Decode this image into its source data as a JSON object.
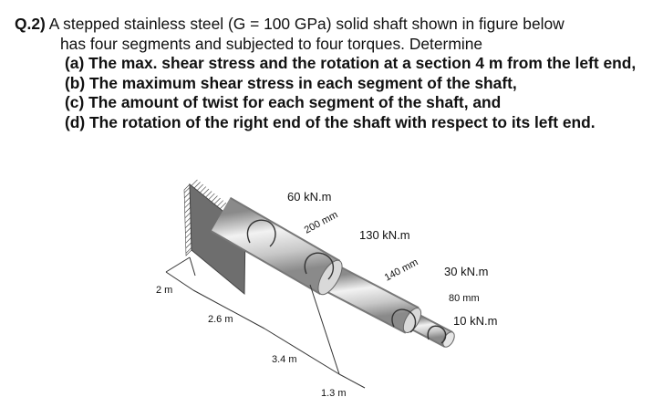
{
  "question": {
    "number": "Q.2)",
    "intro_line1": "A stepped stainless steel (G = 100 GPa) solid shaft shown in figure below",
    "intro_line2": "has four segments and subjected to four torques. Determine",
    "parts": [
      "(a) The max. shear stress and the rotation at a section 4 m from the left end,",
      "(b) The maximum shear stress in each segment of the shaft,",
      "(c) The amount of twist for each segment of the shaft, and",
      "(d) The rotation of the right end of the shaft with respect to its left end."
    ]
  },
  "figure": {
    "torques": [
      "60 kN.m",
      "130 kN.m",
      "30 kN.m",
      "10 kN.m"
    ],
    "diameters": [
      "200 mm",
      "140 mm",
      "80 mm"
    ],
    "lengths": [
      "2 m",
      "2.6 m",
      "3.4 m",
      "1.3 m"
    ],
    "colors": {
      "shaft_light": "#f2f2f2",
      "shaft_mid": "#c8c8c8",
      "shaft_dark": "#8a8a8a",
      "wall": "#6e6e6e",
      "arrow_fill": "#ececec"
    }
  }
}
